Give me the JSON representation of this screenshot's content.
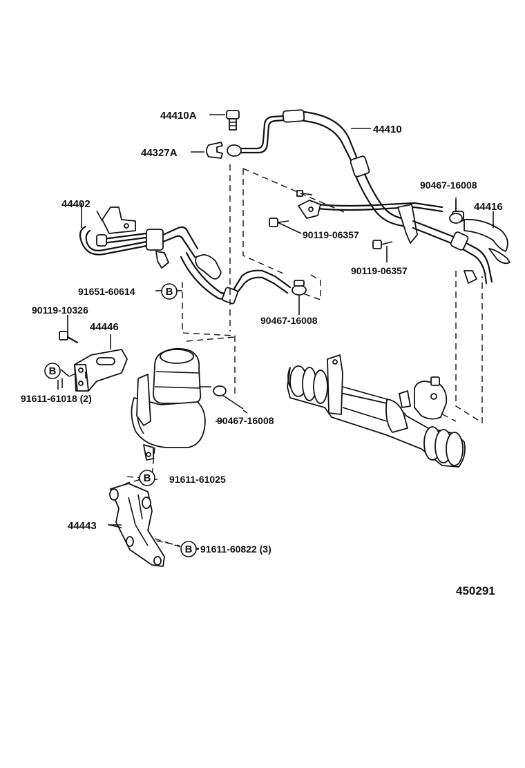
{
  "labels": {
    "p44410A": "44410A",
    "p44327A": "44327A",
    "p44410": "44410",
    "p44402": "44402",
    "p90467_a": "90467-16008",
    "p44416": "44416",
    "p90119_a": "90119-06357",
    "p90119_b": "90119-06357",
    "p91651": "91651-60614",
    "p90467_b": "90467-16008",
    "p90119_10326": "90119-10326",
    "p44446": "44446",
    "p91611_61018": "91611-61018 (2)",
    "p90467_c": "90467-16008",
    "p91611_61025": "91611-61025",
    "p44443": "44443",
    "p91611_60822": "91611-60822 (3)"
  },
  "marker_letter": "B",
  "diagram_code": "450291",
  "icons": [
    "pump-icon",
    "steering-rack-icon",
    "bracket-icon",
    "hose-icon",
    "bolt-icon",
    "clamp-icon"
  ]
}
